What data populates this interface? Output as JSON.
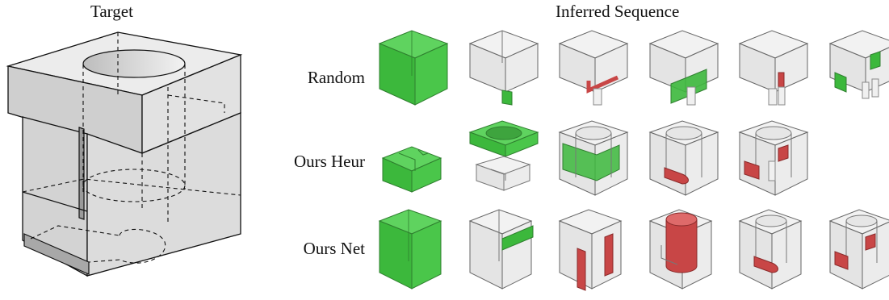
{
  "headers": {
    "target": "Target",
    "sequence": "Inferred Sequence"
  },
  "rows": [
    {
      "label": "Random",
      "steps": 6
    },
    {
      "label": "Ours Heur",
      "steps": 5
    },
    {
      "label": "Ours Net",
      "steps": 6
    }
  ],
  "colors": {
    "add": "#3cb83c",
    "subtract": "#c84646",
    "ghost": "#d6d6d6",
    "target": "#cccccc"
  }
}
